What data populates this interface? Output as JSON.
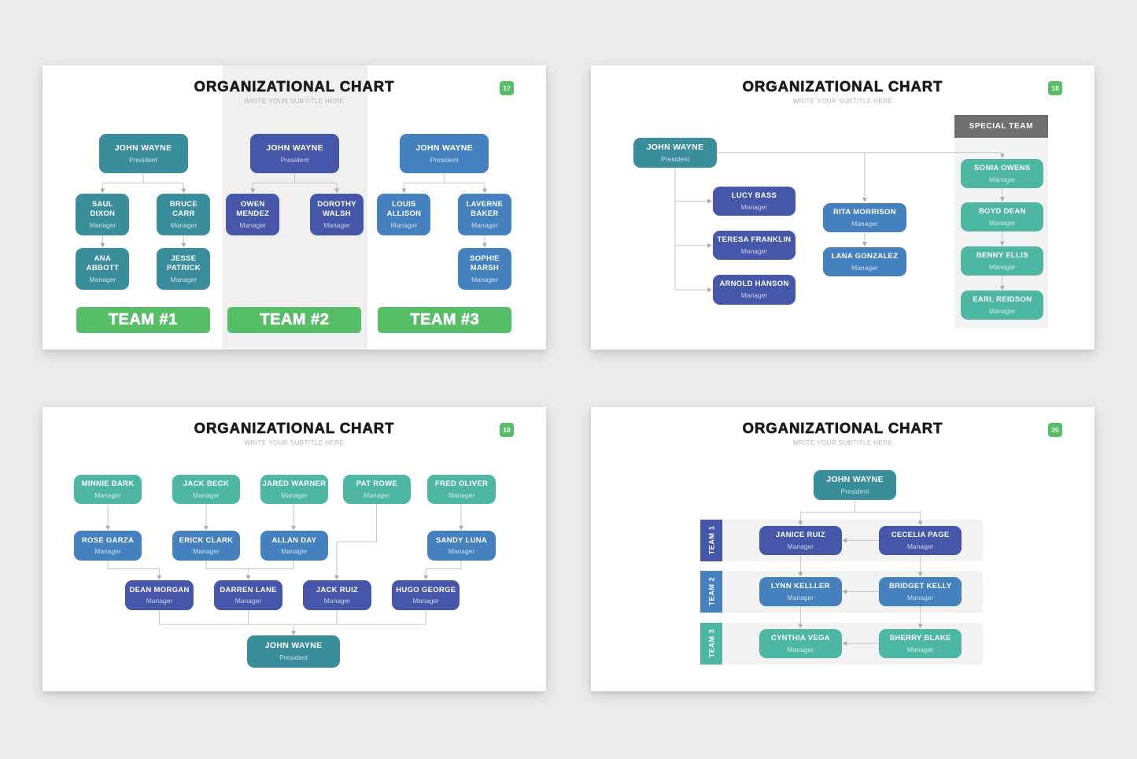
{
  "colors": {
    "background": "#ececec",
    "teal": "#3a8e9c",
    "indigo": "#4656a8",
    "blue": "#4580bf",
    "mint": "#4db7a3",
    "green": "#57be68",
    "header_gray": "#6f6f6f",
    "connector": "#c7c7c7"
  },
  "slides": [
    {
      "title": "ORGANIZATIONAL CHART",
      "subtitle": "WRITE YOUR SUBTITLE HERE",
      "badge": "17",
      "columns": [
        {
          "team_label": "TEAM #1",
          "president": {
            "name": "JOHN WAYNE",
            "role": "President"
          },
          "managers": [
            {
              "name": "SAUL DIXON",
              "role": "Manager"
            },
            {
              "name": "BRUCE CARR",
              "role": "Manager"
            },
            {
              "name": "ANA ABBOTT",
              "role": "Manager"
            },
            {
              "name": "JESSE PATRICK",
              "role": "Manager"
            }
          ]
        },
        {
          "team_label": "TEAM #2",
          "president": {
            "name": "JOHN WAYNE",
            "role": "President"
          },
          "managers": [
            {
              "name": "OWEN MENDEZ",
              "role": "Manager"
            },
            {
              "name": "DOROTHY WALSH",
              "role": "Manager"
            }
          ]
        },
        {
          "team_label": "TEAM #3",
          "president": {
            "name": "JOHN WAYNE",
            "role": "President"
          },
          "managers": [
            {
              "name": "LOUIS ALLISON",
              "role": "Manager"
            },
            {
              "name": "LAVERNE BAKER",
              "role": "Manager"
            },
            {
              "name": "SOPHIE MARSH",
              "role": "Manager"
            }
          ]
        }
      ]
    },
    {
      "title": "ORGANIZATIONAL CHART",
      "subtitle": "WRITE YOUR SUBTITLE HERE",
      "badge": "18",
      "president": {
        "name": "JOHN WAYNE",
        "role": "President"
      },
      "special_team": {
        "header": "SPECIAL TEAM",
        "members": [
          {
            "name": "SONIA OWENS",
            "role": "Manager"
          },
          {
            "name": "BOYD DEAN",
            "role": "Manager"
          },
          {
            "name": "BENNY ELLIS",
            "role": "Manager"
          },
          {
            "name": "EARL REIDSON",
            "role": "Manager"
          }
        ]
      },
      "branch_a": [
        {
          "name": "LUCY BASS",
          "role": "Manager"
        },
        {
          "name": "TERESA FRANKLIN",
          "role": "Manager"
        },
        {
          "name": "ARNOLD HANSON",
          "role": "Manager"
        }
      ],
      "branch_b": [
        {
          "name": "RITA MORRISON",
          "role": "Manager"
        },
        {
          "name": "LANA GONZALEZ",
          "role": "Manager"
        }
      ]
    },
    {
      "title": "ORGANIZATIONAL CHART",
      "subtitle": "WRITE YOUR SUBTITLE HERE",
      "badge": "19",
      "rows": [
        [
          {
            "name": "MINNIE BARK",
            "role": "Manager"
          },
          {
            "name": "JACK BECK",
            "role": "Manager"
          },
          {
            "name": "JARED WARNER",
            "role": "Manager"
          },
          {
            "name": "PAT ROWE",
            "role": "Manager"
          },
          {
            "name": "FRED OLIVER",
            "role": "Manager"
          }
        ],
        [
          {
            "name": "ROSE GARZA",
            "role": "Manager"
          },
          {
            "name": "ERICK CLARK",
            "role": "Manager"
          },
          {
            "name": "ALLAN DAY",
            "role": "Manager"
          },
          {
            "name": "SANDY LUNA",
            "role": "Manager"
          }
        ],
        [
          {
            "name": "DEAN MORGAN",
            "role": "Manager"
          },
          {
            "name": "DARREN LANE",
            "role": "Manager"
          },
          {
            "name": "JACK RUIZ",
            "role": "Manager"
          },
          {
            "name": "HUGO GEORGE",
            "role": "Manager"
          }
        ]
      ],
      "president": {
        "name": "JOHN WAYNE",
        "role": "President"
      }
    },
    {
      "title": "ORGANIZATIONAL CHART",
      "subtitle": "WRITE YOUR SUBTITLE HERE",
      "badge": "20",
      "president": {
        "name": "JOHN WAYNE",
        "role": "President"
      },
      "teams": [
        {
          "label": "TEAM 1",
          "members": [
            {
              "name": "JANICE RUIZ",
              "role": "Manager"
            },
            {
              "name": "CECELIA PAGE",
              "role": "Manager"
            }
          ]
        },
        {
          "label": "TEAM 2",
          "members": [
            {
              "name": "LYNN KELLLER",
              "role": "Manager"
            },
            {
              "name": "BRIDGET KELLY",
              "role": "Manager"
            }
          ]
        },
        {
          "label": "TEAM 3",
          "members": [
            {
              "name": "CYNTHIA VEGA",
              "role": "Manager"
            },
            {
              "name": "SHERRY BLAKE",
              "role": "Manager"
            }
          ]
        }
      ]
    }
  ]
}
